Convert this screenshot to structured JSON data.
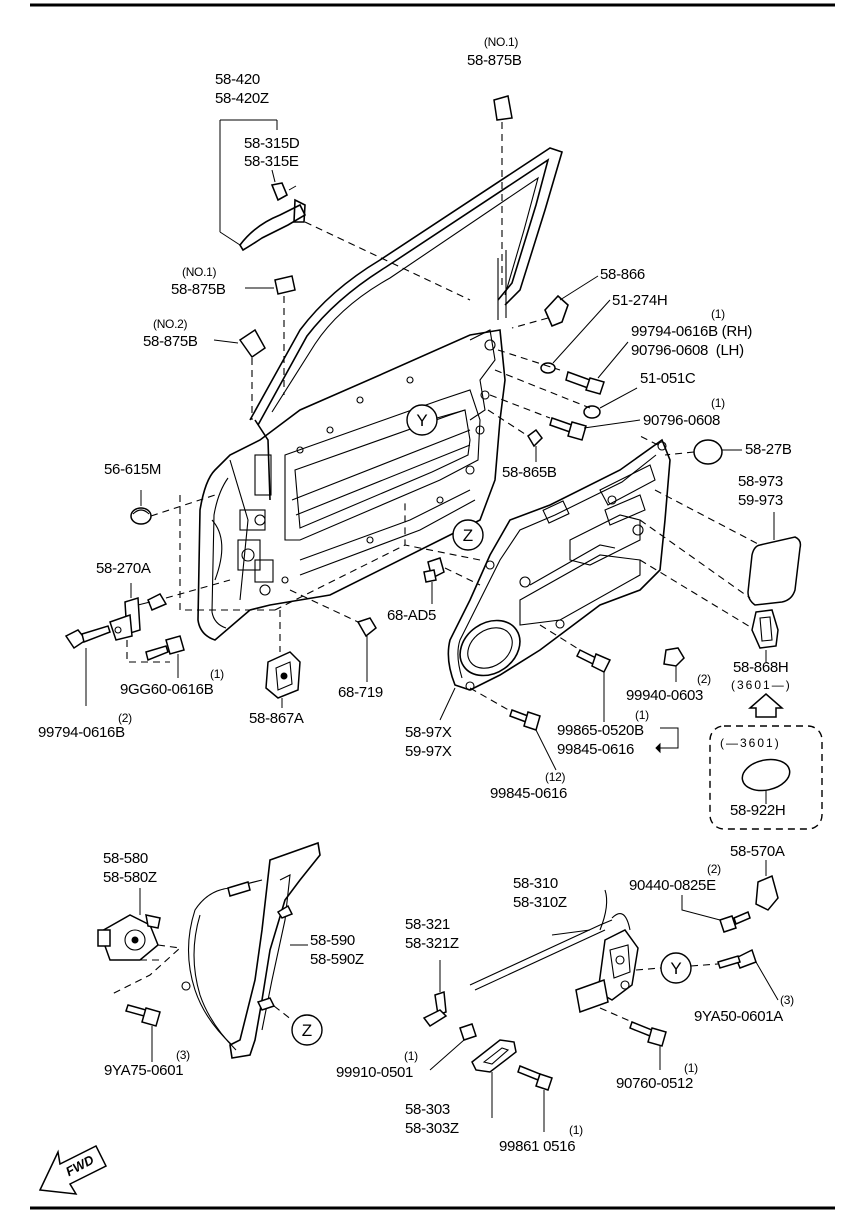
{
  "labels": {
    "l_875b_top_no": "(NO.1)",
    "l_875b_top": "58-875B",
    "l_420": "58-420",
    "l_420z": "58-420Z",
    "l_315d": "58-315D",
    "l_315e": "58-315E",
    "l_875b_mid_no": "(NO.1)",
    "l_875b_mid": "58-875B",
    "l_875b_low_no": "(NO.2)",
    "l_875b_low": "58-875B",
    "l_866": "58-866",
    "l_51274h": "51-274H",
    "l_q1a": "(1)",
    "l_99794rh": "99794-0616B (RH)",
    "l_90796lh": "90796-0608  (LH)",
    "l_51051c": "51-051C",
    "l_q1b": "(1)",
    "l_90796": "90796-0608",
    "l_27b": "58-27B",
    "l_973": "58-973",
    "l_973b": "59-973",
    "l_865b": "58-865B",
    "l_615m": "56-615M",
    "l_270a": "58-270A",
    "l_q1c": "(1)",
    "l_9gg60": "9GG60-0616B",
    "l_q2a": "(2)",
    "l_99794": "99794-0616B",
    "l_867a": "58-867A",
    "l_719": "68-719",
    "l_ad5": "68-AD5",
    "l_97x": "58-97X",
    "l_97xb": "59-97X",
    "l_q1d": "(1)",
    "l_99865": "99865-0520B",
    "l_99845a": "99845-0616",
    "l_q12": "(12)",
    "l_99845b": "99845-0616",
    "l_q2b": "(2)",
    "l_99940": "99940-0603",
    "l_868h": "58-868H",
    "l_868h_sn": "(3601—)",
    "l_922h_sn": "(—3601)",
    "l_922h": "58-922H",
    "l_580": "58-580",
    "l_580z": "58-580Z",
    "l_590": "58-590",
    "l_590z": "58-590Z",
    "l_q3a": "(3)",
    "l_9ya75": "9YA75-0601",
    "l_310": "58-310",
    "l_310z": "58-310Z",
    "l_321": "58-321",
    "l_321z": "58-321Z",
    "l_570a": "58-570A",
    "l_q2c": "(2)",
    "l_90440": "90440-0825E",
    "l_q3b": "(3)",
    "l_9ya50": "9YA50-0601A",
    "l_q1e": "(1)",
    "l_99910": "99910-0501",
    "l_q1f": "(1)",
    "l_90760": "90760-0512",
    "l_303": "58-303",
    "l_303z": "58-303Z",
    "l_q1g": "(1)",
    "l_99861": "99861 0516"
  },
  "callouts": {
    "y1": "Y",
    "z1": "Z",
    "y2": "Y",
    "z2": "Z"
  },
  "fwd": "FWD"
}
